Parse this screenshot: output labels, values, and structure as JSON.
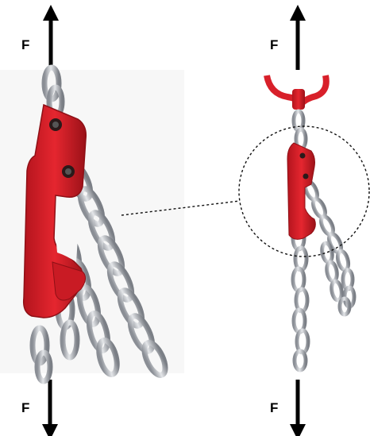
{
  "labels": {
    "force_left_top": "F",
    "force_left_bottom": "F",
    "force_right_top": "F",
    "force_right_bottom": "F"
  },
  "colors": {
    "hook_red": "#d8202a",
    "hook_dark": "#8e1016",
    "chain_steel": "#c9cbcf",
    "chain_shadow": "#7b7f86",
    "arrow": "#000000"
  },
  "icons": [
    "chain-hook-closeup-illustration",
    "chain-sling-overview-illustration",
    "force-arrow-icon"
  ]
}
